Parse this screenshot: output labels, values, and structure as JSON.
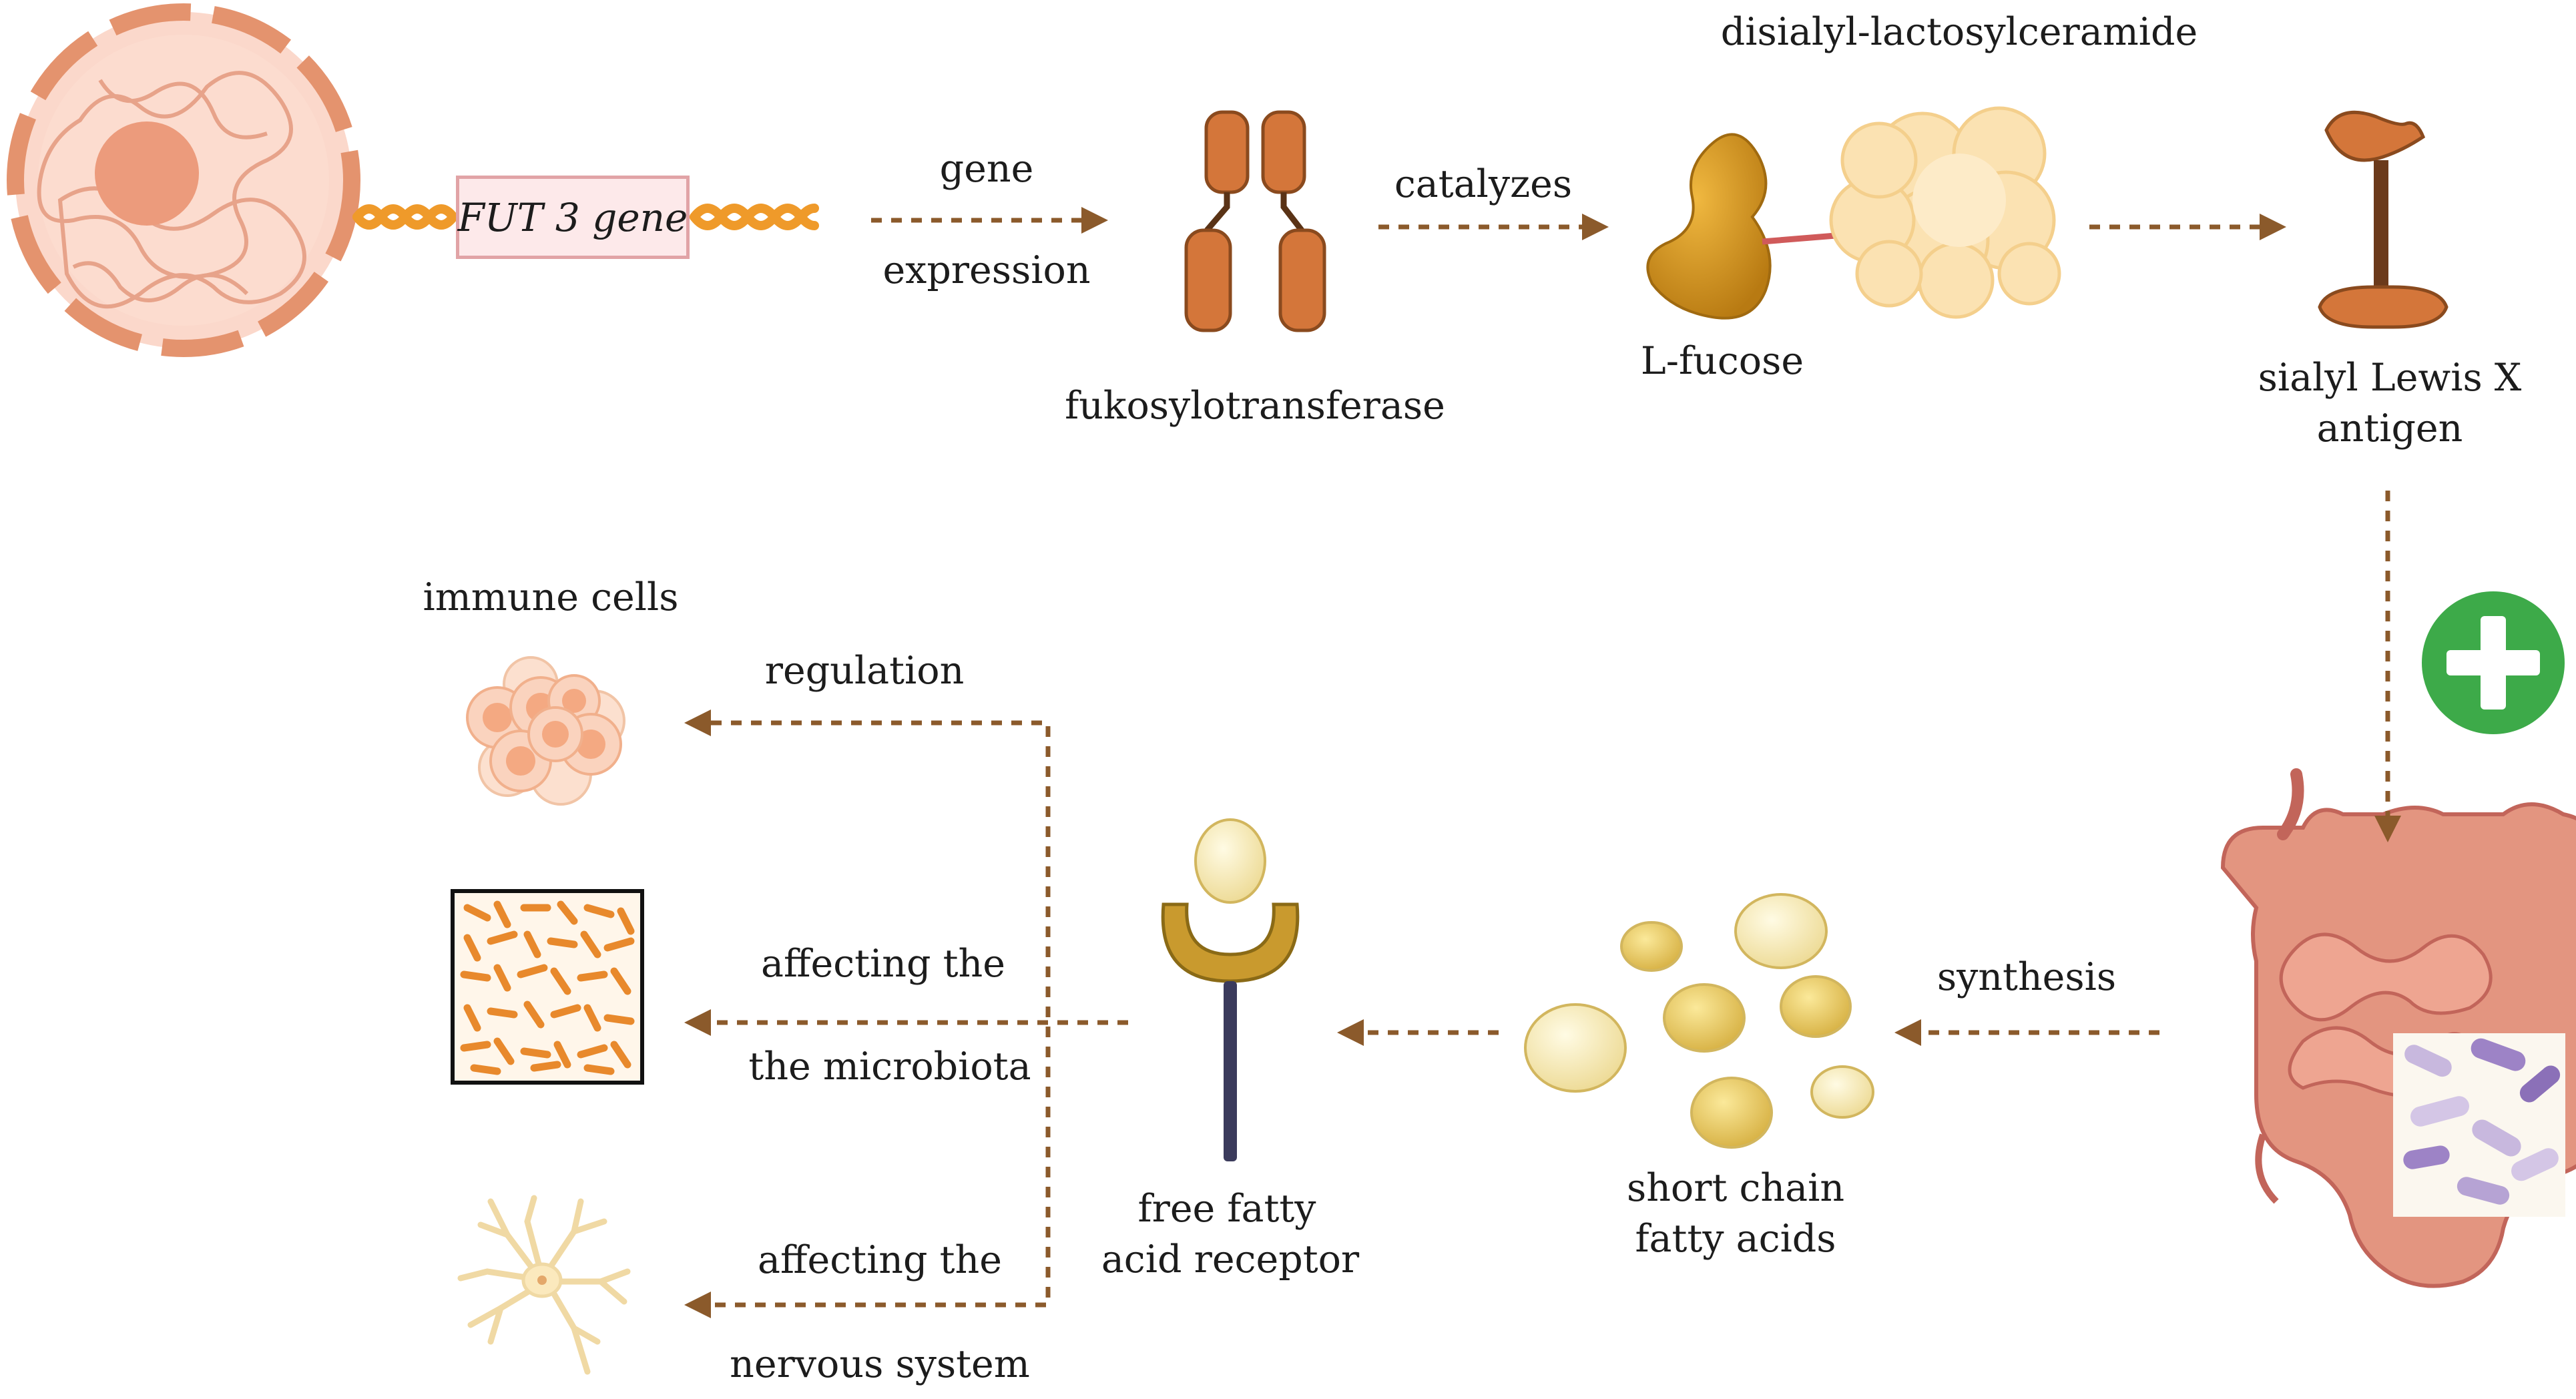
{
  "labels": {
    "gene_name": "FUT 3 gene",
    "gene_expression_line1": "gene",
    "gene_expression_line2": "expression",
    "enzyme": "fukosylotransferase",
    "catalyzes": "catalyzes",
    "glycolipid": "disialyl-lactosylceramide",
    "sugar": "L-fucose",
    "antigen_line1": "sialyl Lewis X",
    "antigen_line2": "antigen",
    "synthesis": "synthesis",
    "scfa_line1": "short chain",
    "scfa_line2": "fatty acids",
    "receptor_line1": "free fatty",
    "receptor_line2": "acid receptor",
    "immune_cells": "immune cells",
    "regulation": "regulation",
    "microbiota_line1": "affecting the",
    "microbiota_line2": "the microbiota",
    "nervous_line1": "affecting the",
    "nervous_line2": "nervous system"
  },
  "icons": [
    "cell-nucleus-icon",
    "dna-helix-icon",
    "fucosyltransferase-enzyme-icon",
    "l-fucose-icon",
    "lactosylceramide-icon",
    "sialyl-lewis-x-icon",
    "plus-icon",
    "intestine-icon",
    "bacteria-icon",
    "fatty-acid-droplets-icon",
    "receptor-icon",
    "immune-cells-icon",
    "microbiota-icon",
    "neuron-icon"
  ],
  "colors": {
    "arrow": "#8b5a2b",
    "enzyme": "#d4763a",
    "plus": "#3daa49",
    "gene_box_fill": "#fde9ea",
    "gene_box_border": "#e1a3a6",
    "dna": "#ef9a2a",
    "receptor_stem": "#3b3b5c",
    "receptor_cup": "#c99a2e"
  }
}
